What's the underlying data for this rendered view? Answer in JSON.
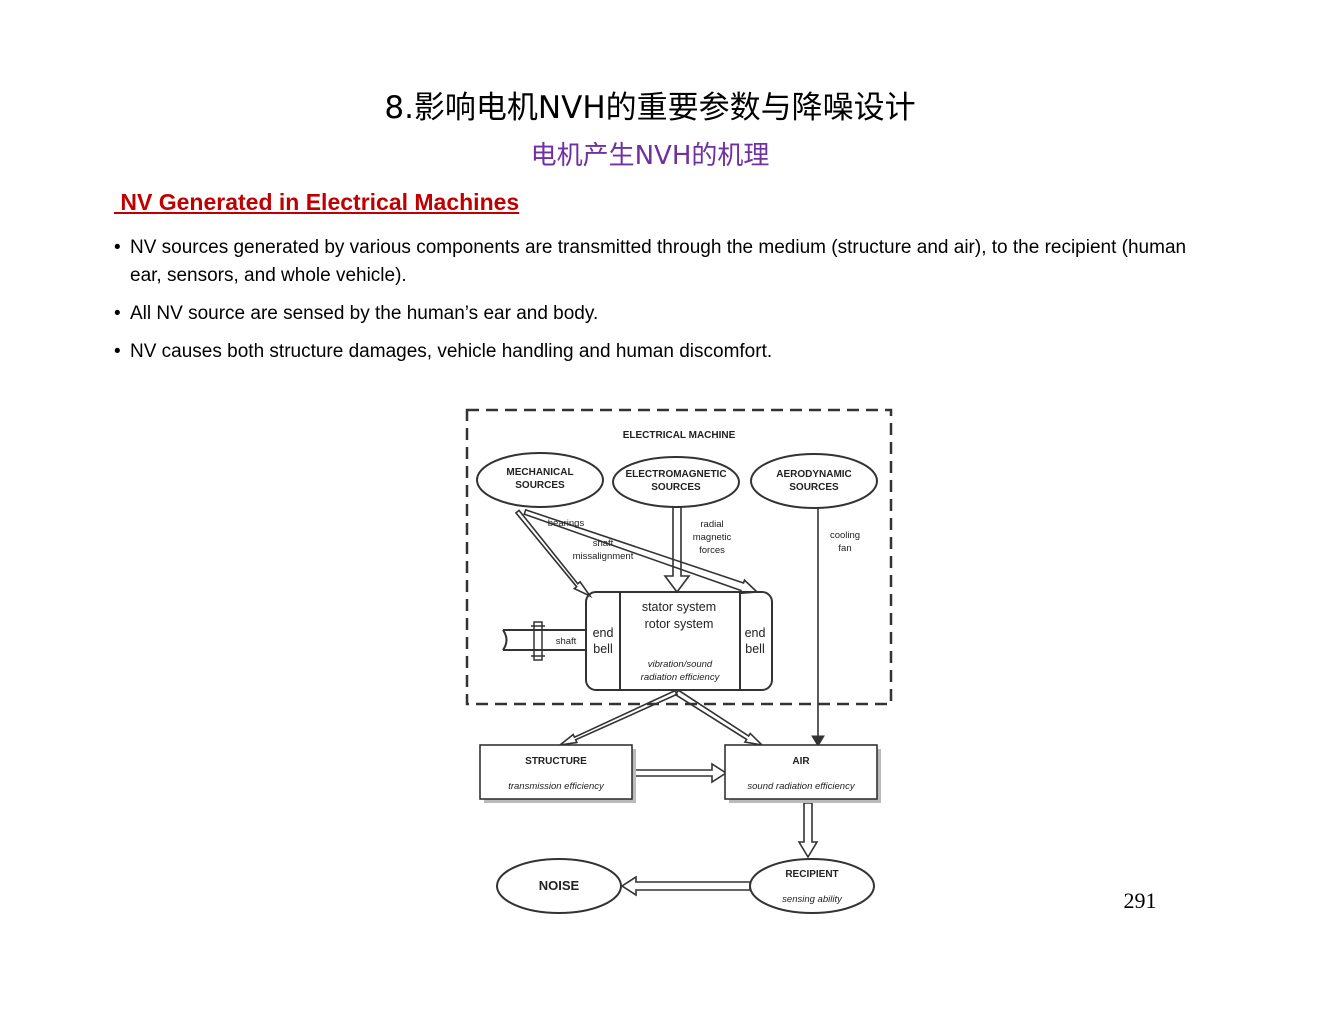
{
  "header": {
    "title": "8.影响电机NVH的重要参数与降噪设计",
    "subtitle": "电机产生NVH的机理"
  },
  "section": {
    "heading": " NV Generated in Electrical Machines"
  },
  "bullets": {
    "marker": "•",
    "items": [
      "NV sources generated by various components are transmitted through the medium (structure and air), to the recipient (human ear, sensors, and whole vehicle).",
      "All NV source are sensed by the human’s ear and body.",
      "NV causes both structure damages, vehicle handling and human discomfort."
    ]
  },
  "diagram": {
    "container_label": "ELECTRICAL MACHINE",
    "mechanical": {
      "line1": "MECHANICAL",
      "line2": "SOURCES"
    },
    "electromagnetic": {
      "line1": "ELECTROMAGNETIC",
      "line2": "SOURCES"
    },
    "aerodynamic": {
      "line1": "AERODYNAMIC",
      "line2": "SOURCES"
    },
    "labels": {
      "bearings": "bearings",
      "shaft_mis_1": "shaft",
      "shaft_mis_2": "missalignment",
      "radial_1": "radial",
      "radial_2": "magnetic",
      "radial_3": "forces",
      "cooling_1": "cooling",
      "cooling_2": "fan",
      "shaft": "shaft"
    },
    "machine": {
      "stator": "stator system",
      "rotor": "rotor system",
      "vibration_1": "vibration/sound",
      "vibration_2": "radiation efficiency",
      "end_left_1": "end",
      "end_left_2": "bell",
      "end_right_1": "end",
      "end_right_2": "bell"
    },
    "structure": {
      "title": "STRUCTURE",
      "subtitle": "transmission efficiency"
    },
    "air": {
      "title": "AIR",
      "subtitle": "sound radiation efficiency"
    },
    "recipient": {
      "title": "RECIPIENT",
      "subtitle": "sensing ability"
    },
    "noise": {
      "title": "NOISE"
    }
  },
  "footer": {
    "page_number": "291"
  },
  "colors": {
    "title": "#000000",
    "subtitle": "#7030a0",
    "heading": "#c00000",
    "diagram_stroke": "#333333"
  }
}
